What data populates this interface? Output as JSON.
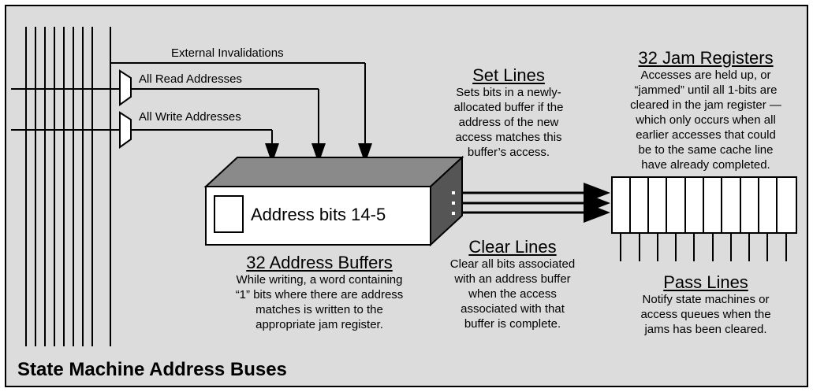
{
  "colors": {
    "background": "#dcdcdc",
    "box_top": "#8a8a8a",
    "box_side": "#555555",
    "line": "#000000"
  },
  "buses": {
    "external": "External Invalidations",
    "read": "All Read Addresses",
    "write": "All Write Addresses"
  },
  "set_lines": {
    "heading": "Set Lines",
    "lines": [
      "Sets bits in a newly-",
      "allocated buffer if the",
      "address of the new",
      "access matches this",
      "buffer’s access."
    ]
  },
  "jam_registers": {
    "heading": "32 Jam Registers",
    "lines": [
      "Accesses are held up, or",
      "“jammed” until all 1-bits are",
      "cleared in the jam register —",
      "which only occurs when all",
      "earlier accesses that could",
      "be to the same cache line",
      "have already completed."
    ]
  },
  "address_box": {
    "label": "Address bits 14-5"
  },
  "address_buffers": {
    "heading": "32 Address Buffers",
    "lines": [
      "While writing, a word containing",
      "“1” bits where there are address",
      "matches is written to the",
      "appropriate jam register."
    ]
  },
  "clear_lines": {
    "heading": "Clear Lines",
    "lines": [
      "Clear all bits associated",
      "with an address buffer",
      "when the access",
      "associated with that",
      "buffer is complete."
    ]
  },
  "pass_lines": {
    "heading": "Pass Lines",
    "lines": [
      "Notify state machines or",
      "access queues when the",
      "jams has been cleared."
    ]
  },
  "title": "State Machine Address Buses"
}
